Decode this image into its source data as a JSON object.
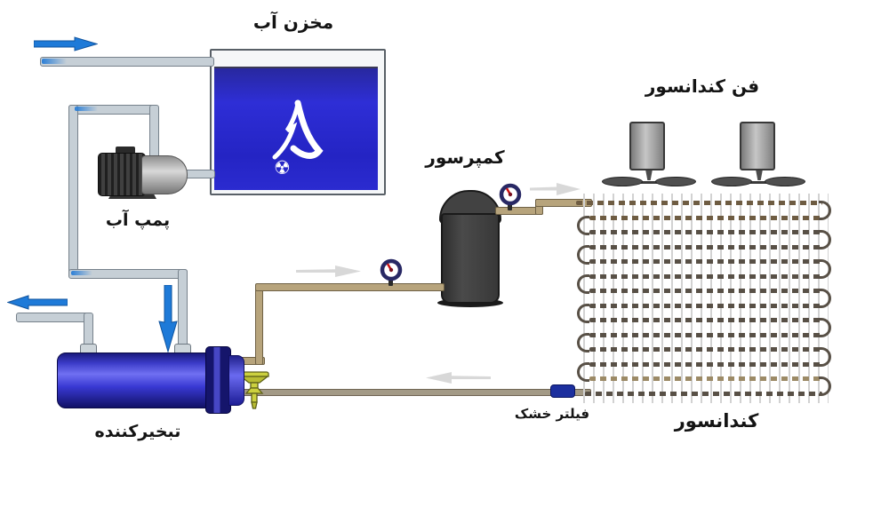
{
  "labels": {
    "water_tank": "مخزن آب",
    "water_pump": "پمپ آب",
    "compressor": "کمپرسور",
    "condenser_fan": "فن کندانسور",
    "condenser": "کندانسور",
    "dry_filter": "فیلتر خشک",
    "evaporator": "تبخیرکننده"
  },
  "tank": {
    "logo_symbol": "☢"
  },
  "icons": {
    "flow_arrow_blue_right": "→",
    "flow_arrow_blue_left": "←",
    "flow_arrow_blue_down": "↓",
    "flow_arrow_gray_right": "→",
    "flow_arrow_gray_left": "←",
    "pressure_gauge": "◉",
    "radiation_logo": "☢"
  },
  "colors": {
    "tank_water_blue": "#2626c8",
    "evaporator_blue": "#3434d0",
    "flange_navy": "#1a1a74",
    "water_pipe_gray": "#c6cfd6",
    "refrigerant_pipe_tan": "#b7a47c",
    "liquid_pipe_gray": "#a39a86",
    "coil_tube_dark": "#585046",
    "coil_tube_brown": "#6e5c42",
    "coil_fin_gray": "#d2d2d2",
    "arrow_blue": "#1e7ad8",
    "arrow_gray": "#d8d8d8",
    "valve_yellow": "#ccd13f",
    "dry_filter_navy": "#1c2f9e",
    "gauge_ring_navy": "#282864",
    "gauge_needle_red": "#cc1111",
    "metal_dark": "#3d3d3d",
    "metal_light": "#c8c8c8",
    "label_black": "#141414"
  }
}
